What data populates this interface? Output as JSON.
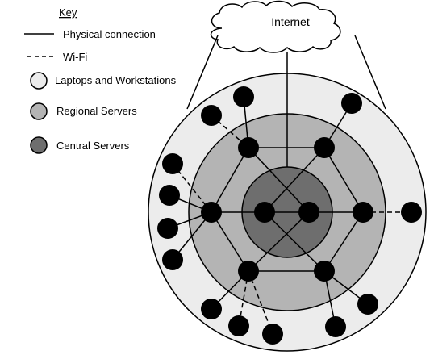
{
  "key": {
    "title": "Key",
    "physical_label": "Physical connection",
    "wifi_label": "Wi-Fi",
    "laptops_label": "Laptops and Workstations",
    "regional_label": "Regional Servers",
    "central_label": "Central Servers"
  },
  "cloud": {
    "label": "Internet"
  },
  "colors": {
    "outer_ring": "#ececec",
    "regional_ring": "#b4b4b4",
    "central_core": "#6e6e6e",
    "node": "#000000",
    "line": "#000000"
  }
}
